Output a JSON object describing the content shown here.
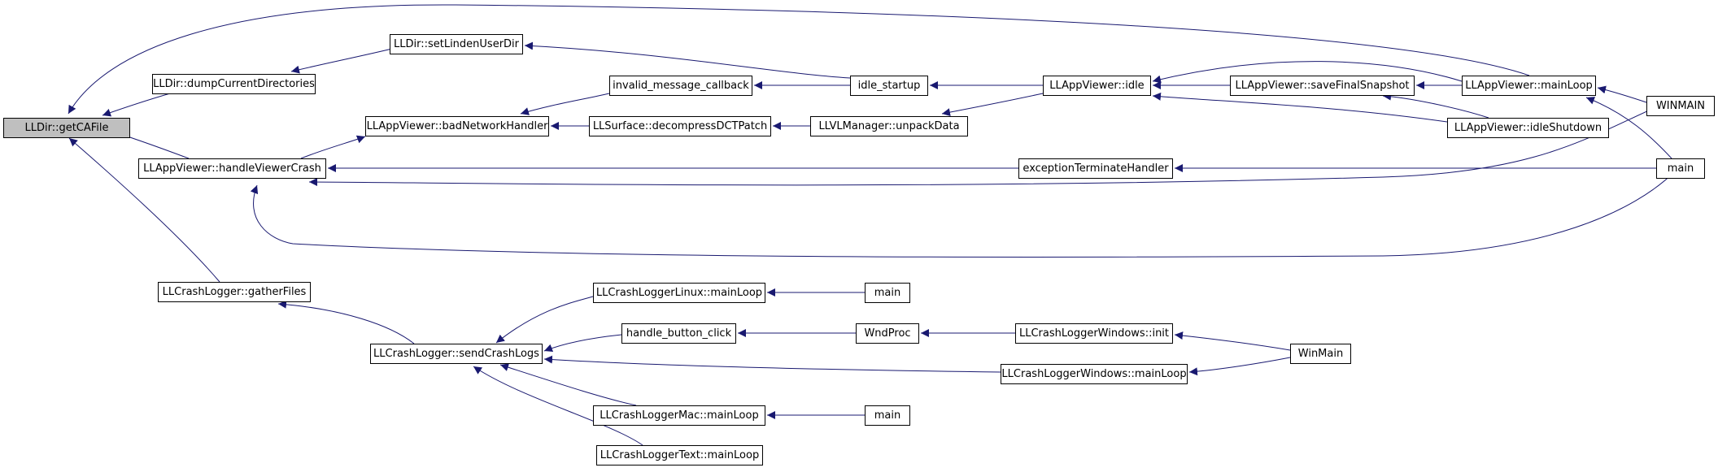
{
  "graph": {
    "edge_color": "#191970",
    "root_fill": "#bfbfbf",
    "nodes": [
      {
        "id": "getCAFile",
        "label": "LLDir::getCAFile",
        "root": true
      },
      {
        "id": "dumpCurrentDirectories",
        "label": "LLDir::dumpCurrentDirectories"
      },
      {
        "id": "setLindenUserDir",
        "label": "LLDir::setLindenUserDir"
      },
      {
        "id": "handleViewerCrash",
        "label": "LLAppViewer::handleViewerCrash"
      },
      {
        "id": "badNetworkHandler",
        "label": "LLAppViewer::badNetworkHandler"
      },
      {
        "id": "invalid_message_callback",
        "label": "invalid_message_callback"
      },
      {
        "id": "decompressDCTPatch",
        "label": "LLSurface::decompressDCTPatch"
      },
      {
        "id": "idle_startup",
        "label": "idle_startup"
      },
      {
        "id": "unpackData",
        "label": "LLVLManager::unpackData"
      },
      {
        "id": "idle",
        "label": "LLAppViewer::idle"
      },
      {
        "id": "saveFinalSnapshot",
        "label": "LLAppViewer::saveFinalSnapshot"
      },
      {
        "id": "mainLoop",
        "label": "LLAppViewer::mainLoop"
      },
      {
        "id": "idleShutdown",
        "label": "LLAppViewer::idleShutdown"
      },
      {
        "id": "WINMAIN",
        "label": "WINMAIN"
      },
      {
        "id": "exceptionTerminateHandler",
        "label": "exceptionTerminateHandler"
      },
      {
        "id": "main1",
        "label": "main"
      },
      {
        "id": "gatherFiles",
        "label": "LLCrashLogger::gatherFiles"
      },
      {
        "id": "sendCrashLogs",
        "label": "LLCrashLogger::sendCrashLogs"
      },
      {
        "id": "linuxMainLoop",
        "label": "LLCrashLoggerLinux::mainLoop"
      },
      {
        "id": "main2",
        "label": "main"
      },
      {
        "id": "handle_button_click",
        "label": "handle_button_click"
      },
      {
        "id": "WndProc",
        "label": "WndProc"
      },
      {
        "id": "windowsInit",
        "label": "LLCrashLoggerWindows::init"
      },
      {
        "id": "WinMain",
        "label": "WinMain"
      },
      {
        "id": "windowsMainLoop",
        "label": "LLCrashLoggerWindows::mainLoop"
      },
      {
        "id": "macMainLoop",
        "label": "LLCrashLoggerMac::mainLoop"
      },
      {
        "id": "main3",
        "label": "main"
      },
      {
        "id": "textMainLoop",
        "label": "LLCrashLoggerText::mainLoop"
      }
    ],
    "edges": [
      {
        "from": "dumpCurrentDirectories",
        "to": "getCAFile"
      },
      {
        "from": "handleViewerCrash",
        "to": "getCAFile"
      },
      {
        "from": "gatherFiles",
        "to": "getCAFile"
      },
      {
        "from": "mainLoop",
        "to": "getCAFile"
      },
      {
        "from": "setLindenUserDir",
        "to": "dumpCurrentDirectories"
      },
      {
        "from": "idle_startup",
        "to": "setLindenUserDir"
      },
      {
        "from": "badNetworkHandler",
        "to": "handleViewerCrash"
      },
      {
        "from": "exceptionTerminateHandler",
        "to": "handleViewerCrash"
      },
      {
        "from": "WINMAIN",
        "to": "handleViewerCrash"
      },
      {
        "from": "main1",
        "to": "handleViewerCrash"
      },
      {
        "from": "invalid_message_callback",
        "to": "badNetworkHandler"
      },
      {
        "from": "decompressDCTPatch",
        "to": "badNetworkHandler"
      },
      {
        "from": "idle_startup",
        "to": "invalid_message_callback"
      },
      {
        "from": "unpackData",
        "to": "decompressDCTPatch"
      },
      {
        "from": "idle",
        "to": "idle_startup"
      },
      {
        "from": "idle",
        "to": "unpackData"
      },
      {
        "from": "saveFinalSnapshot",
        "to": "idle"
      },
      {
        "from": "mainLoop",
        "to": "idle"
      },
      {
        "from": "idleShutdown",
        "to": "idle"
      },
      {
        "from": "mainLoop",
        "to": "saveFinalSnapshot"
      },
      {
        "from": "idleShutdown",
        "to": "saveFinalSnapshot"
      },
      {
        "from": "WINMAIN",
        "to": "mainLoop"
      },
      {
        "from": "main1",
        "to": "mainLoop"
      },
      {
        "from": "main1",
        "to": "exceptionTerminateHandler"
      },
      {
        "from": "sendCrashLogs",
        "to": "gatherFiles"
      },
      {
        "from": "linuxMainLoop",
        "to": "sendCrashLogs"
      },
      {
        "from": "handle_button_click",
        "to": "sendCrashLogs"
      },
      {
        "from": "windowsMainLoop",
        "to": "sendCrashLogs"
      },
      {
        "from": "macMainLoop",
        "to": "sendCrashLogs"
      },
      {
        "from": "textMainLoop",
        "to": "sendCrashLogs"
      },
      {
        "from": "main2",
        "to": "linuxMainLoop"
      },
      {
        "from": "WndProc",
        "to": "handle_button_click"
      },
      {
        "from": "windowsInit",
        "to": "WndProc"
      },
      {
        "from": "WinMain",
        "to": "windowsInit"
      },
      {
        "from": "WinMain",
        "to": "windowsMainLoop"
      },
      {
        "from": "main3",
        "to": "macMainLoop"
      }
    ]
  }
}
